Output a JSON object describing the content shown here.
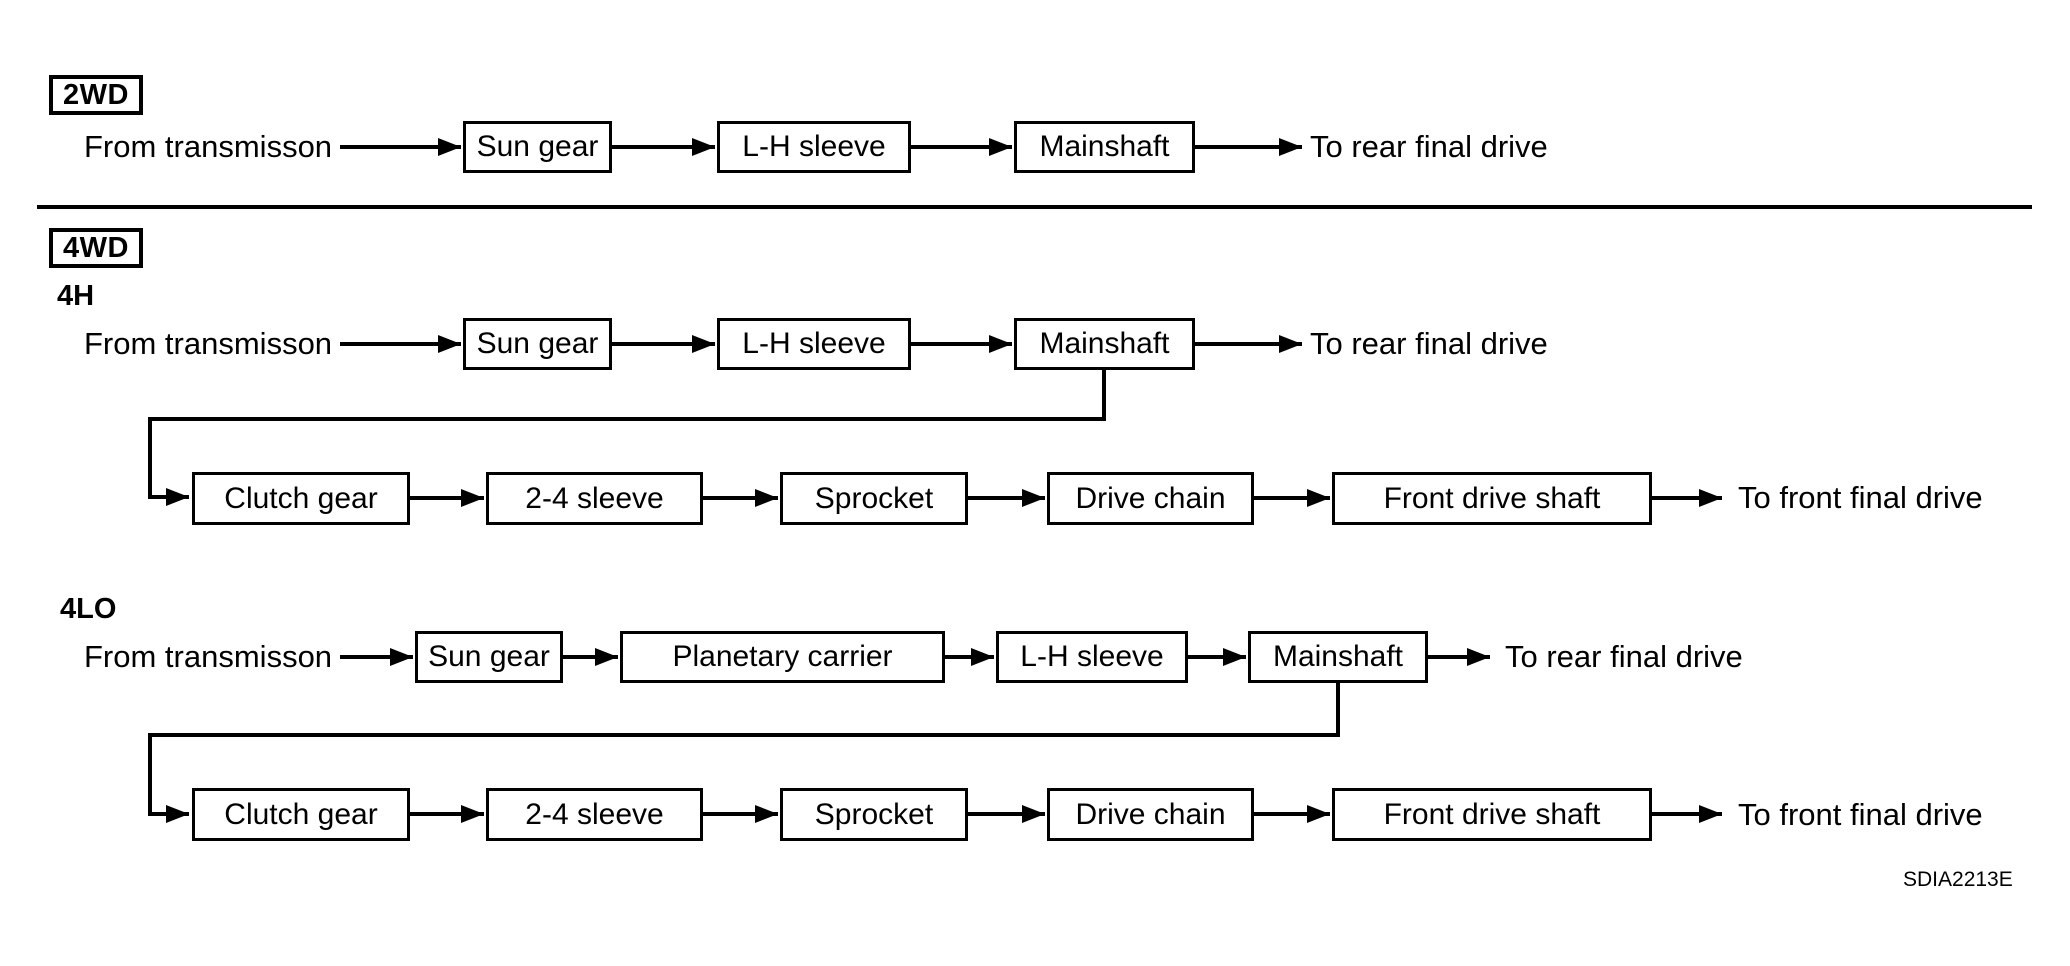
{
  "diagram": {
    "code": "SDIA2213E",
    "line_color": "#000000",
    "background_color": "#ffffff"
  },
  "sections": {
    "two_wd": {
      "badge": "2WD",
      "flow": {
        "source": "From transmisson",
        "boxes": [
          "Sun gear",
          "L-H sleeve",
          "Mainshaft"
        ],
        "dest": "To rear final drive"
      }
    },
    "four_wd": {
      "badge": "4WD",
      "four_h": {
        "label": "4H",
        "main_flow": {
          "source": "From transmisson",
          "boxes": [
            "Sun gear",
            "L-H sleeve",
            "Mainshaft"
          ],
          "dest": "To rear final drive"
        },
        "front_flow": {
          "boxes": [
            "Clutch gear",
            "2-4 sleeve",
            "Sprocket",
            "Drive chain",
            "Front drive shaft"
          ],
          "dest": "To front final drive"
        }
      },
      "four_lo": {
        "label": "4LO",
        "main_flow": {
          "source": "From transmisson",
          "boxes": [
            "Sun gear",
            "Planetary carrier",
            "L-H sleeve",
            "Mainshaft"
          ],
          "dest": "To rear final drive"
        },
        "front_flow": {
          "boxes": [
            "Clutch gear",
            "2-4 sleeve",
            "Sprocket",
            "Drive chain",
            "Front drive shaft"
          ],
          "dest": "To front final drive"
        }
      }
    }
  }
}
